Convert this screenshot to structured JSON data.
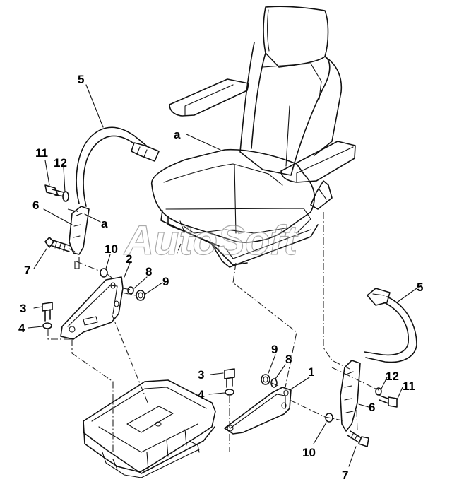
{
  "watermark": "AutoSoft",
  "callouts": {
    "seat_label": "a",
    "belt_label_left_a": "a",
    "belt_left": "5",
    "belt_right": "5",
    "bracket_right": "1",
    "bracket_left": "2",
    "bolt_3_left": "3",
    "bolt_3_right": "3",
    "washer_4_left": "4",
    "washer_4_right": "4",
    "anchor_6_left": "6",
    "anchor_6_right": "6",
    "bolt_7_left": "7",
    "bolt_7_right": "7",
    "washer_8_left": "8",
    "washer_8_right": "8",
    "nut_9_left": "9",
    "nut_9_right": "9",
    "spacer_10_left": "10",
    "spacer_10_right": "10",
    "bolt_11_left": "11",
    "bolt_11_right": "11",
    "washer_12_left": "12",
    "washer_12_right": "12"
  }
}
